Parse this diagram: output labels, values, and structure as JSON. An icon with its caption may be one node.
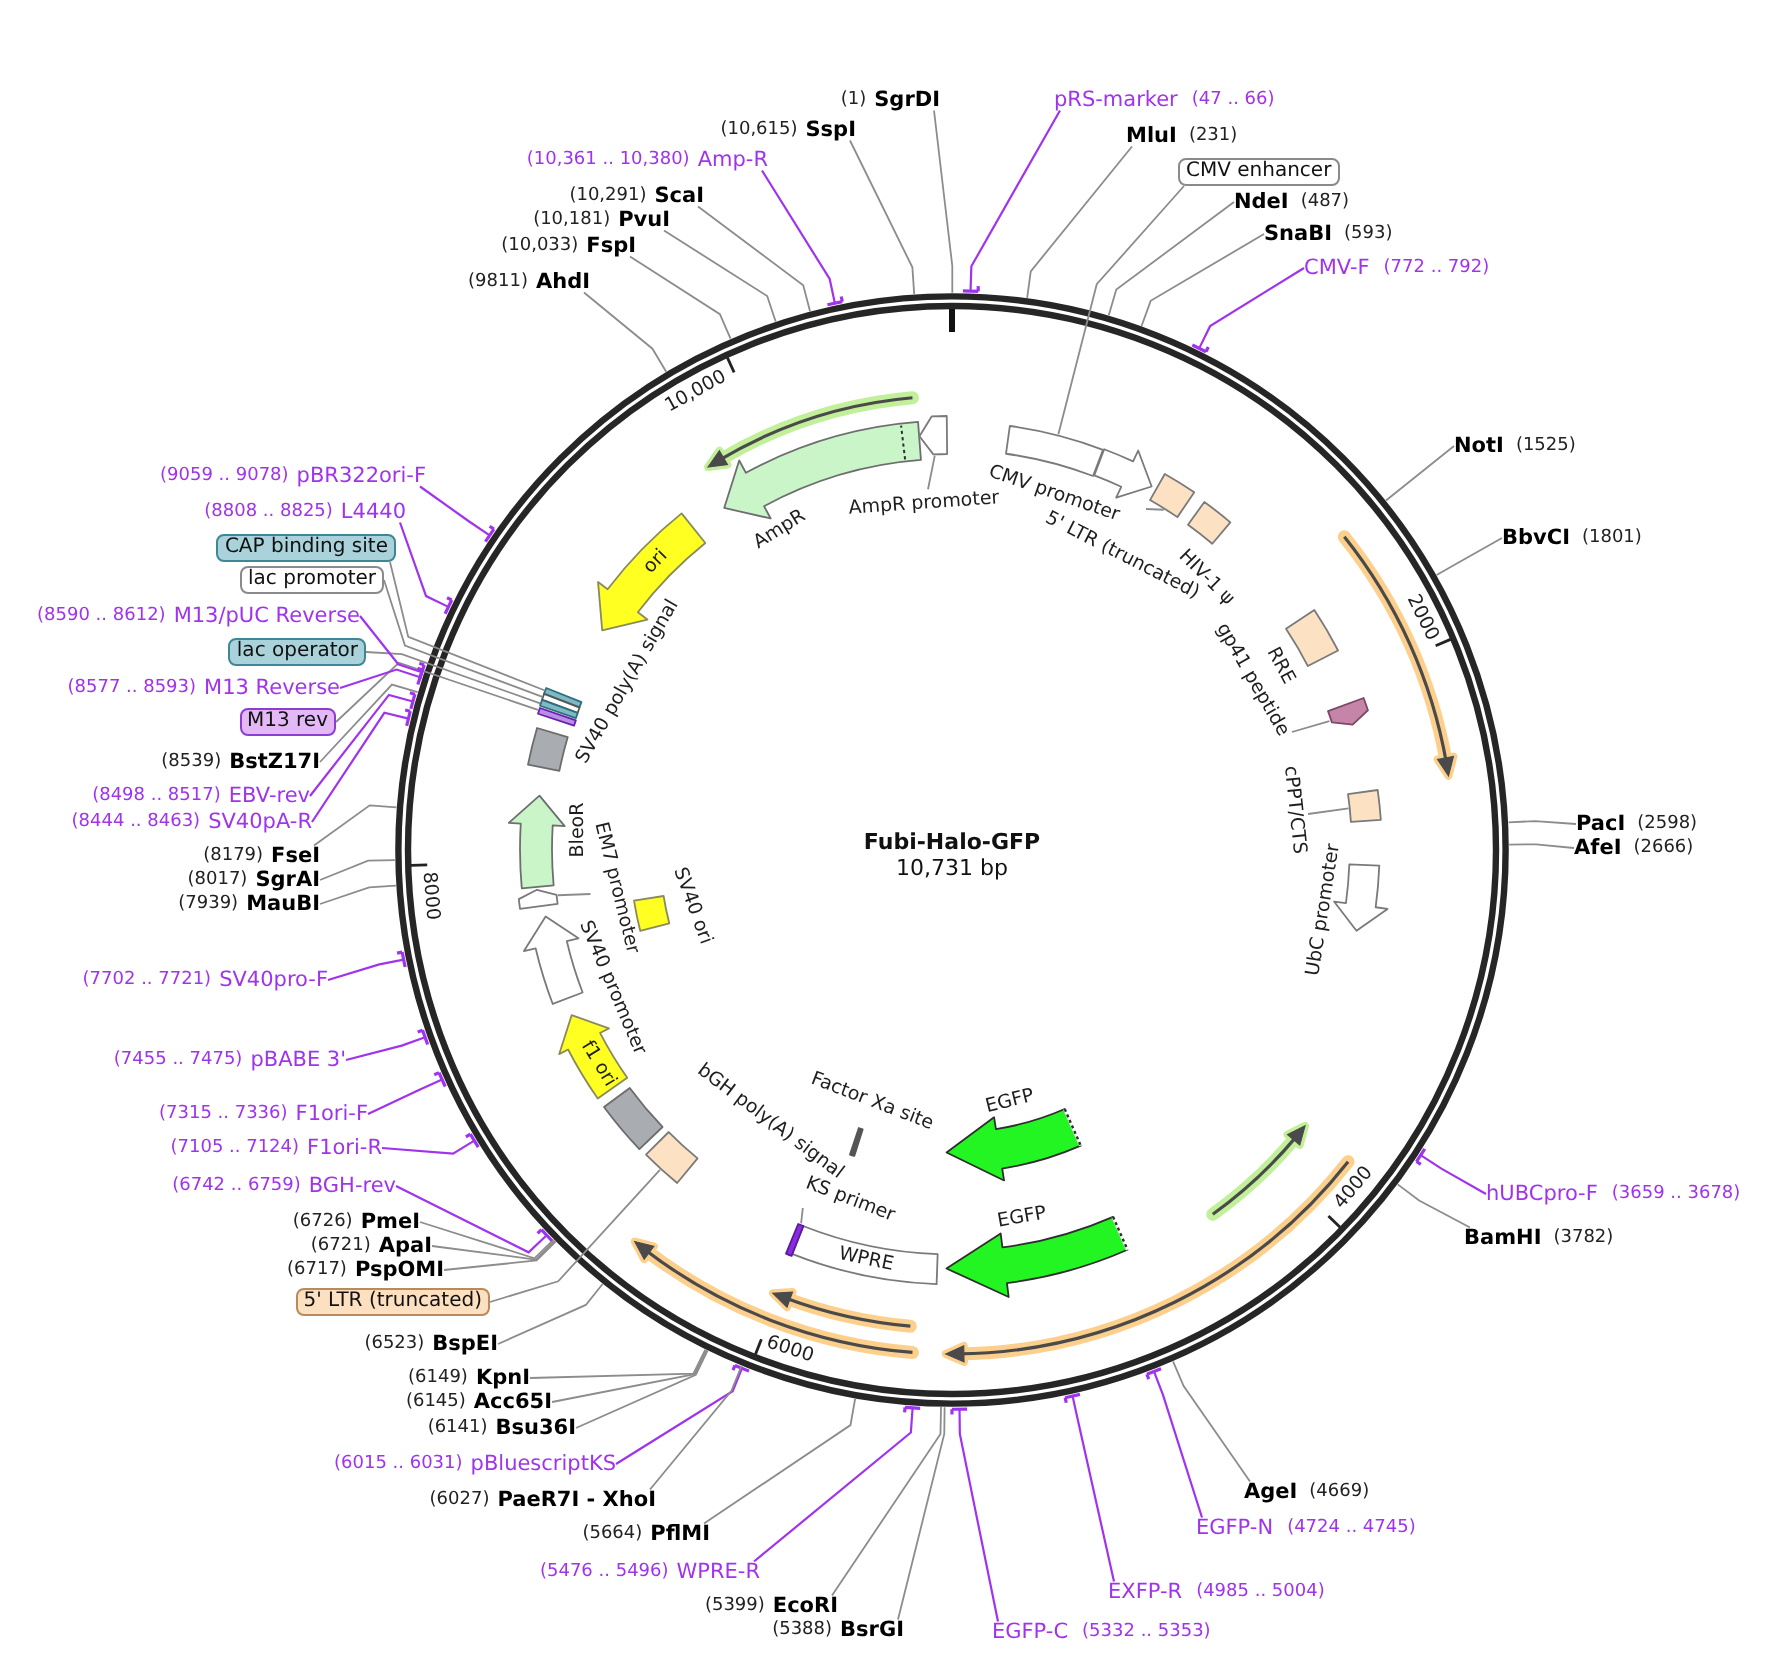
{
  "diagram": {
    "nodes": [
      {
        "text": [
          "Fubi-Halo-GFP",
          "10,731 bp"
        ]
      },
      {
        "text": [],
        "shape": "box",
        "in": 0
      },
      {
        "text": [
          "CMV promoter"
        ],
        "in": 0
      },
      {
        "text": [],
        "shape": "box",
        "in": 0
      },
      {
        "text": [
          "5' LTR (truncated)"
        ],
        "in": 0
      },
      {
        "text": [
          "HIV-1 ψ"
        ],
        "in": 0
      },
      {
        "text": [
          "RRE"
        ],
        "in": 0
      },
      {
        "text": [],
        "shape": "arrow",
        "in": 0
      },
      {
        "text": [
          "gp41 peptide"
        ],
        "in": 0
      },
      {
        "text": [],
        "shape": "box",
        "in": 0
      },
      {
        "text": [
          "cPPT/CTS"
        ],
        "in": 0
      },
      {
        "text": [
          "UbC promoter"
        ],
        "in": 0
      },
      {
        "text": [
          "EGFP"
        ],
        "in": 0
      },
      {
        "text": [
          "EGFP"
        ],
        "in": 0
      },
      {
        "text": [
          "WPRE"
        ],
        "in": 0
      },
      {
        "text": [
          "Factor Xa site"
        ],
        "in": 0
      },
      {
        "text": [],
        "shape": "bar",
        "in": 0
      },
      {
        "text": [
          "KS primer"
        ],
        "in": 0
      },
      {
        "text": [],
        "shape": "box",
        "in": 0
      },
      {
        "text": [
          "bGH poly(A) signal"
        ],
        "in": 0
      },
      {
        "text": [
          "f1 ori"
        ],
        "in": 0
      },
      {
        "text": [
          "SV40 promoter"
        ],
        "in": 0
      },
      {
        "text": [
          "SV40 ori"
        ],
        "in": 0
      },
      {
        "text": [],
        "shape": "arrow",
        "in": 0
      },
      {
        "text": [
          "EM7 promoter"
        ],
        "in": 0
      },
      {
        "text": [
          "BleoR"
        ],
        "in": 0
      },
      {
        "text": [
          "SV40 poly(A) signal"
        ],
        "in": 0
      },
      {
        "text": [],
        "shape": "bar",
        "in": 0
      },
      {
        "text": [],
        "shape": "bar",
        "in": 0
      },
      {
        "text": [],
        "shape": "bar",
        "in": 0
      },
      {
        "text": [],
        "shape": "bar",
        "in": 0
      },
      {
        "text": [
          "ori"
        ],
        "in": 0
      },
      {
        "text": [
          "AmpR"
        ],
        "in": 0
      },
      {
        "text": [],
        "shape": "arrow",
        "in": 0
      },
      {
        "text": [
          "AmpR promoter"
        ],
        "in": 0
      },
      {
        "text": [
          "SgrDI"
        ],
        "beside": [
          "(1)"
        ]
      },
      {
        "text": [
          "pRS-marker"
        ],
        "beside": [
          "(47 .. 66)"
        ]
      },
      {
        "text": [
          "MluI"
        ],
        "beside": [
          "(231)"
        ]
      },
      {
        "text": [
          "CMV enhancer"
        ]
      },
      {
        "text": [
          "NdeI"
        ],
        "beside": [
          "(487)"
        ]
      },
      {
        "text": [
          "SnaBI"
        ],
        "beside": [
          "(593)"
        ]
      },
      {
        "text": [
          "CMV-F"
        ],
        "beside": [
          "(772 .. 792)"
        ]
      },
      {
        "text": [
          "NotI"
        ],
        "beside": [
          "(1525)"
        ]
      },
      {
        "text": [
          "BbvCI"
        ],
        "beside": [
          "(1801)"
        ]
      },
      {
        "text": [
          "PacI"
        ],
        "beside": [
          "(2598)"
        ]
      },
      {
        "text": [
          "AfeI"
        ],
        "beside": [
          "(2666)"
        ]
      },
      {
        "text": [
          "hUBCpro-F"
        ],
        "beside": [
          "(3659 .. 3678)"
        ]
      },
      {
        "text": [
          "BamHI"
        ],
        "beside": [
          "(3782)"
        ]
      },
      {
        "text": [
          "AgeI"
        ],
        "beside": [
          "(4669)"
        ]
      },
      {
        "text": [
          "EGFP-N"
        ],
        "beside": [
          "(4724 .. 4745)"
        ]
      },
      {
        "text": [
          "EXFP-R"
        ],
        "beside": [
          "(4985 .. 5004)"
        ]
      },
      {
        "text": [
          "EGFP-C"
        ],
        "beside": [
          "(5332 .. 5353)"
        ]
      },
      {
        "text": [
          "BsrGI"
        ],
        "beside": [
          "(5388)"
        ]
      },
      {
        "text": [
          "EcoRI"
        ],
        "beside": [
          "(5399)"
        ]
      },
      {
        "text": [
          "WPRE-R"
        ],
        "beside": [
          "(5476 .. 5496)"
        ]
      },
      {
        "text": [
          "PflMI"
        ],
        "beside": [
          "(5664)"
        ]
      },
      {
        "text": [
          "pBluescriptKS"
        ],
        "beside": [
          "(6015 .. 6031)"
        ]
      },
      {
        "text": [
          "PaeR7I - XhoI"
        ],
        "beside": [
          "(6027)"
        ]
      },
      {
        "text": [
          "Bsu36I"
        ],
        "beside": [
          "(6141)"
        ]
      },
      {
        "text": [
          "Acc65I"
        ],
        "beside": [
          "(6145)"
        ]
      },
      {
        "text": [
          "KpnI"
        ],
        "beside": [
          "(6149)"
        ]
      },
      {
        "text": [
          "BspEI"
        ],
        "beside": [
          "(6523)"
        ]
      },
      {
        "text": [
          "5' LTR (truncated)"
        ]
      },
      {
        "text": [
          "PspOMI"
        ],
        "beside": [
          "(6717)"
        ]
      },
      {
        "text": [
          "ApaI"
        ],
        "beside": [
          "(6721)"
        ]
      },
      {
        "text": [
          "PmeI"
        ],
        "beside": [
          "(6726)"
        ]
      },
      {
        "text": [
          "BGH-rev"
        ],
        "beside": [
          "(6742 .. 6759)"
        ]
      },
      {
        "text": [
          "F1ori-R"
        ],
        "beside": [
          "(7105 .. 7124)"
        ]
      },
      {
        "text": [
          "F1ori-F"
        ],
        "beside": [
          "(7315 .. 7336)"
        ]
      },
      {
        "text": [
          "pBABE 3'"
        ],
        "beside": [
          "(7455 .. 7475)"
        ]
      },
      {
        "text": [
          "SV40pro-F"
        ],
        "beside": [
          "(7702 .. 7721)"
        ]
      },
      {
        "text": [
          "MauBI"
        ],
        "beside": [
          "(7939)"
        ]
      },
      {
        "text": [
          "SgrAI"
        ],
        "beside": [
          "(8017)"
        ]
      },
      {
        "text": [
          "FseI"
        ],
        "beside": [
          "(8179)"
        ]
      },
      {
        "text": [
          "SV40pA-R"
        ],
        "beside": [
          "(8444 .. 8463)"
        ]
      },
      {
        "text": [
          "EBV-rev"
        ],
        "beside": [
          "(8498 .. 8517)"
        ]
      },
      {
        "text": [
          "BstZ17I"
        ],
        "beside": [
          "(8539)"
        ]
      },
      {
        "text": [
          "M13 rev"
        ]
      },
      {
        "text": [
          "M13 Reverse"
        ],
        "beside": [
          "(8577 .. 8593)"
        ]
      },
      {
        "text": [
          "lac operator"
        ]
      },
      {
        "text": [
          "M13/pUC Reverse"
        ],
        "beside": [
          "(8590 .. 8612)"
        ]
      },
      {
        "text": [
          "lac promoter"
        ]
      },
      {
        "text": [
          "CAP binding site"
        ]
      },
      {
        "text": [
          "L4440"
        ],
        "beside": [
          "(8808 .. 8825)"
        ]
      },
      {
        "text": [
          "pBR322ori-F"
        ],
        "beside": [
          "(9059 .. 9078)"
        ]
      },
      {
        "text": [
          "AhdI"
        ],
        "beside": [
          "(9811)"
        ]
      },
      {
        "text": [
          "FspI"
        ],
        "beside": [
          "(10,033)"
        ]
      },
      {
        "text": [
          "PvuI"
        ],
        "beside": [
          "(10,181)"
        ]
      },
      {
        "text": [
          "ScaI"
        ],
        "beside": [
          "(10,291)"
        ]
      },
      {
        "text": [
          "Amp-R"
        ],
        "beside": [
          "(10,361 .. 10,380)"
        ]
      },
      {
        "text": [
          "SspI"
        ],
        "beside": [
          "(10,615)"
        ]
      }
    ],
    "edges": [
      {
        "from": 4,
        "to": 3,
        "arrow": "none"
      },
      {
        "from": 8,
        "to": 7,
        "arrow": "none"
      },
      {
        "from": 10,
        "to": 9,
        "arrow": "none"
      },
      {
        "from": 17,
        "to": 16,
        "arrow": "none"
      },
      {
        "from": 24,
        "to": 23,
        "arrow": "none"
      },
      {
        "from": 34,
        "to": 33,
        "arrow": "none"
      },
      {
        "from": 35,
        "to": 0,
        "arrow": "none"
      },
      {
        "from": 36,
        "to": 0,
        "arrow": "other",
        "color": "#a033ee"
      },
      {
        "from": 37,
        "to": 0,
        "arrow": "none"
      },
      {
        "from": 38,
        "to": 1,
        "arrow": "none"
      },
      {
        "from": 39,
        "to": 0,
        "arrow": "none"
      },
      {
        "from": 40,
        "to": 0,
        "arrow": "none"
      },
      {
        "from": 41,
        "to": 0,
        "arrow": "other",
        "color": "#a033ee"
      },
      {
        "from": 42,
        "to": 0,
        "arrow": "none"
      },
      {
        "from": 43,
        "to": 0,
        "arrow": "none"
      },
      {
        "from": 44,
        "to": 0,
        "arrow": "none"
      },
      {
        "from": 45,
        "to": 0,
        "arrow": "none"
      },
      {
        "from": 46,
        "to": 0,
        "arrow": "other",
        "color": "#a033ee"
      },
      {
        "from": 47,
        "to": 0,
        "arrow": "none"
      },
      {
        "from": 48,
        "to": 0,
        "arrow": "none"
      },
      {
        "from": 49,
        "to": 0,
        "arrow": "other",
        "color": "#a033ee"
      },
      {
        "from": 50,
        "to": 0,
        "arrow": "other",
        "color": "#a033ee"
      },
      {
        "from": 51,
        "to": 0,
        "arrow": "other",
        "color": "#a033ee"
      },
      {
        "from": 52,
        "to": 0,
        "arrow": "none"
      },
      {
        "from": 53,
        "to": 0,
        "arrow": "none"
      },
      {
        "from": 54,
        "to": 0,
        "arrow": "other",
        "color": "#a033ee"
      },
      {
        "from": 55,
        "to": 0,
        "arrow": "none"
      },
      {
        "from": 56,
        "to": 0,
        "arrow": "other",
        "color": "#a033ee"
      },
      {
        "from": 57,
        "to": 0,
        "arrow": "none"
      },
      {
        "from": 58,
        "to": 0,
        "arrow": "none"
      },
      {
        "from": 59,
        "to": 0,
        "arrow": "none"
      },
      {
        "from": 60,
        "to": 0,
        "arrow": "none"
      },
      {
        "from": 61,
        "to": 0,
        "arrow": "none"
      },
      {
        "from": 62,
        "to": 18,
        "arrow": "none"
      },
      {
        "from": 63,
        "to": 0,
        "arrow": "none"
      },
      {
        "from": 64,
        "to": 0,
        "arrow": "none"
      },
      {
        "from": 65,
        "to": 0,
        "arrow": "none"
      },
      {
        "from": 66,
        "to": 0,
        "arrow": "other",
        "color": "#a033ee"
      },
      {
        "from": 67,
        "to": 0,
        "arrow": "other",
        "color": "#a033ee"
      },
      {
        "from": 68,
        "to": 0,
        "arrow": "other",
        "color": "#a033ee"
      },
      {
        "from": 69,
        "to": 0,
        "arrow": "other",
        "color": "#a033ee"
      },
      {
        "from": 70,
        "to": 0,
        "arrow": "other",
        "color": "#a033ee"
      },
      {
        "from": 71,
        "to": 0,
        "arrow": "none"
      },
      {
        "from": 72,
        "to": 0,
        "arrow": "none"
      },
      {
        "from": 73,
        "to": 0,
        "arrow": "none"
      },
      {
        "from": 74,
        "to": 0,
        "arrow": "other",
        "color": "#a033ee"
      },
      {
        "from": 75,
        "to": 0,
        "arrow": "other",
        "color": "#a033ee"
      },
      {
        "from": 76,
        "to": 0,
        "arrow": "none"
      },
      {
        "from": 77,
        "to": 30,
        "arrow": "none"
      },
      {
        "from": 78,
        "to": 0,
        "arrow": "other",
        "color": "#a033ee"
      },
      {
        "from": 79,
        "to": 29,
        "arrow": "none"
      },
      {
        "from": 80,
        "to": 0,
        "arrow": "other",
        "color": "#a033ee"
      },
      {
        "from": 81,
        "to": 28,
        "arrow": "none"
      },
      {
        "from": 82,
        "to": 27,
        "arrow": "none"
      },
      {
        "from": 83,
        "to": 0,
        "arrow": "other",
        "color": "#a033ee"
      },
      {
        "from": 84,
        "to": 0,
        "arrow": "other",
        "color": "#a033ee"
      },
      {
        "from": 85,
        "to": 0,
        "arrow": "none"
      },
      {
        "from": 86,
        "to": 0,
        "arrow": "none"
      },
      {
        "from": 87,
        "to": 0,
        "arrow": "none"
      },
      {
        "from": 88,
        "to": 0,
        "arrow": "none"
      },
      {
        "from": 89,
        "to": 0,
        "arrow": "other",
        "color": "#a033ee"
      },
      {
        "from": 90,
        "to": 0,
        "arrow": "none"
      }
    ],
    "labels": [
      "2000",
      "4000",
      "6000",
      "8000",
      "10,000"
    ]
  }
}
